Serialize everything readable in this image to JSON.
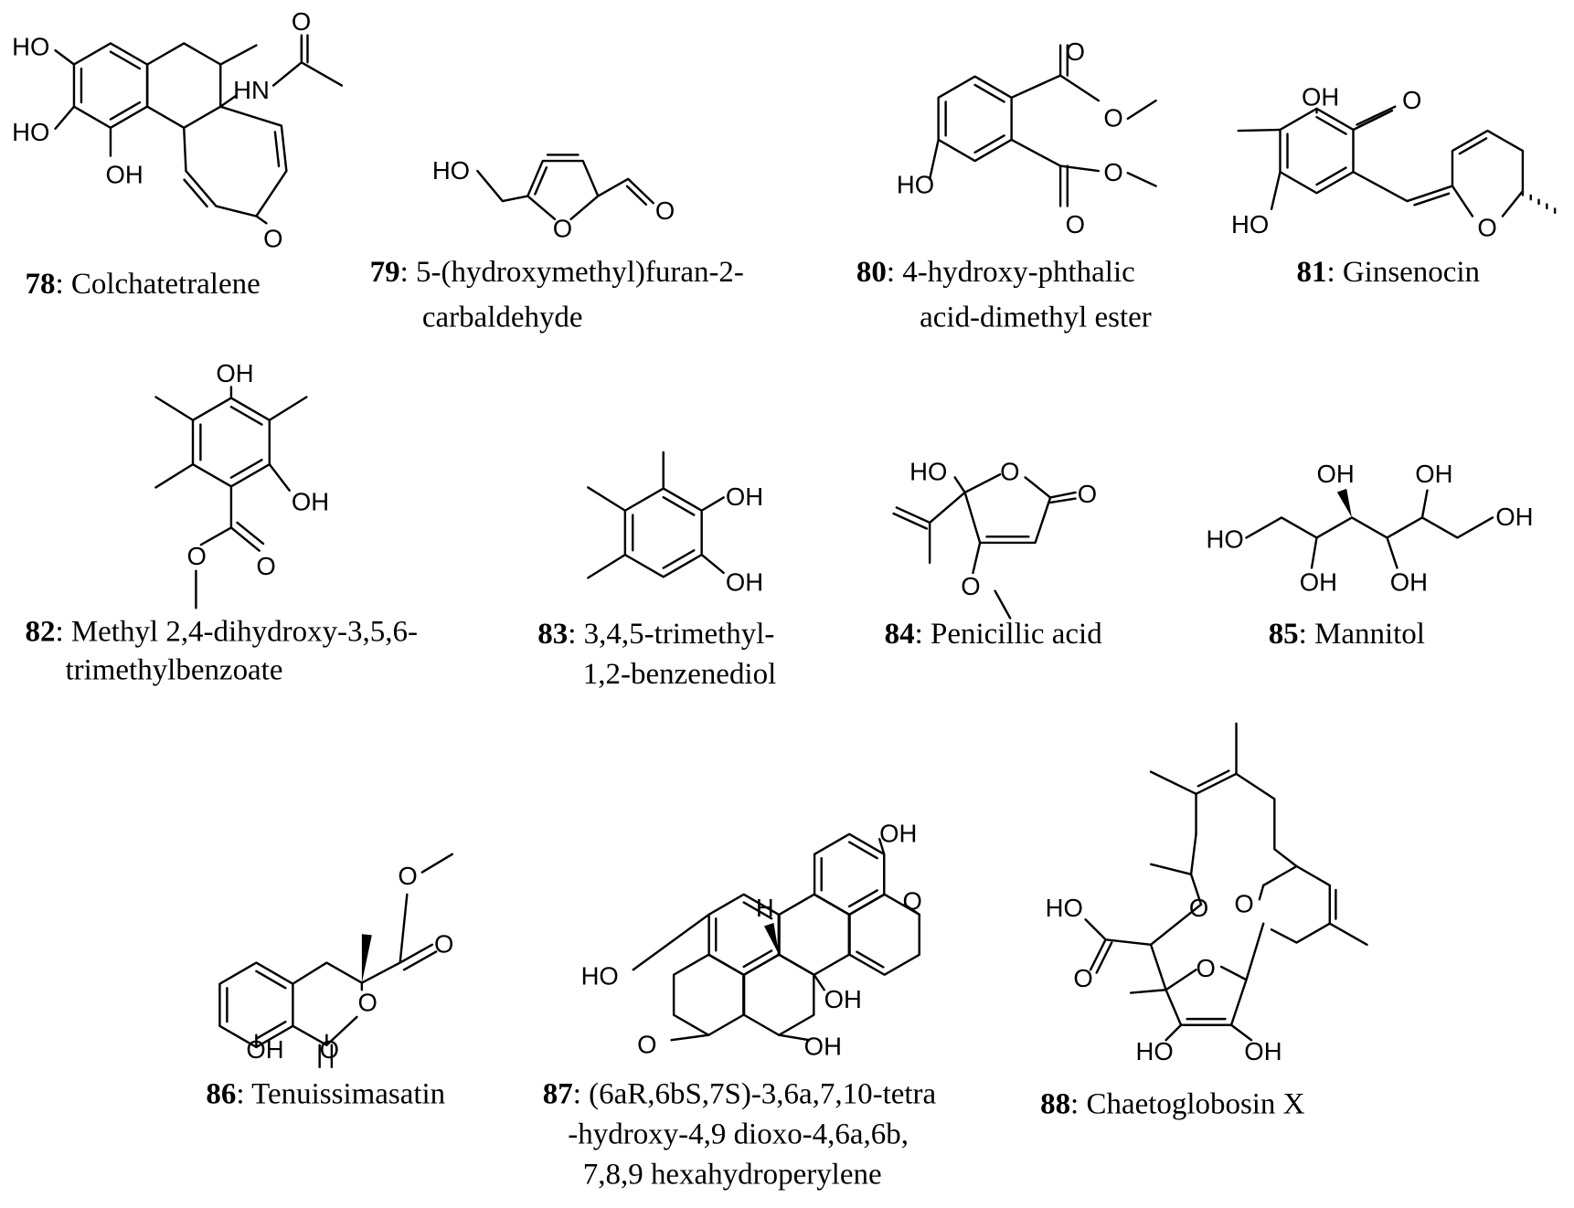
{
  "compounds": [
    {
      "number": "78",
      "name_lines": [
        ": Colchatetralene"
      ],
      "atoms": [
        "HO",
        "HO",
        "OH",
        "HN",
        "O",
        "O"
      ]
    },
    {
      "number": "79",
      "name_lines": [
        ": 5-(hydroxymethyl)furan-2-",
        "carbaldehyde"
      ],
      "atoms": [
        "HO",
        "O",
        "O"
      ]
    },
    {
      "number": "80",
      "name_lines": [
        ":  4-hydroxy-phthalic",
        "acid-dimethyl ester"
      ],
      "atoms": [
        "HO",
        "O",
        "O",
        "O",
        "O"
      ]
    },
    {
      "number": "81",
      "name_lines": [
        ": Ginsenocin"
      ],
      "atoms": [
        "OH",
        "O",
        "HO",
        "O"
      ]
    },
    {
      "number": "82",
      "name_lines": [
        ": Methyl 2,4-dihydroxy-3,5,6-",
        "trimethylbenzoate"
      ],
      "atoms": [
        "OH",
        "OH",
        "O",
        "O"
      ]
    },
    {
      "number": "83",
      "name_lines": [
        ": 3,4,5-trimethyl-",
        "1,2-benzenediol"
      ],
      "atoms": [
        "OH",
        "OH"
      ]
    },
    {
      "number": "84",
      "name_lines": [
        ": Penicillic acid"
      ],
      "atoms": [
        "HO",
        "O",
        "O",
        "O"
      ]
    },
    {
      "number": "85",
      "name_lines": [
        ": Mannitol"
      ],
      "atoms": [
        "HO",
        "OH",
        "OH",
        "OH",
        "OH",
        "OH"
      ]
    },
    {
      "number": "86",
      "name_lines": [
        ": Tenuissimasatin"
      ],
      "atoms": [
        "O",
        "O",
        "O",
        "OH",
        "O"
      ]
    },
    {
      "number": "87",
      "name_lines": [
        ": (6aR,6bS,7S)-3,6a,7,10-tetra",
        "-hydroxy-4,9 dioxo-4,6a,6b,",
        "7,8,9 hexahydroperylene"
      ],
      "atoms": [
        "OH",
        "O",
        "HO",
        "H",
        "OH",
        "O",
        "OH"
      ]
    },
    {
      "number": "88",
      "name_lines": [
        ": Chaetoglobosin X"
      ],
      "atoms": [
        "HO",
        "O",
        "O",
        "O",
        "O",
        "HO",
        "OH"
      ]
    }
  ]
}
